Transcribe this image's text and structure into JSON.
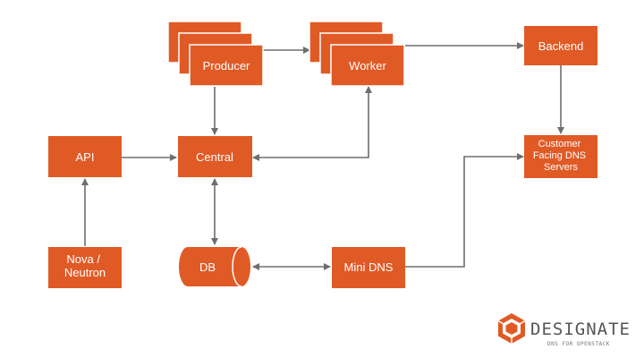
{
  "colors": {
    "box_fill": "#e05a26",
    "box_stroke": "#ffffff",
    "arrow": "#6e6e6e",
    "logo_text": "#555555"
  },
  "nodes": {
    "producer": "Producer",
    "worker": "Worker",
    "backend": "Backend",
    "api": "API",
    "central": "Central",
    "customer_dns": [
      "Customer",
      "Facing DNS",
      "Servers"
    ],
    "nova_neutron": [
      "Nova /",
      "Neutron"
    ],
    "db": "DB",
    "mini_dns": "Mini DNS"
  },
  "logo": {
    "title": "DESIGNATE",
    "subtitle": "DNS FOR OPENSTACK",
    "icon": "designate-hexagon-icon"
  }
}
